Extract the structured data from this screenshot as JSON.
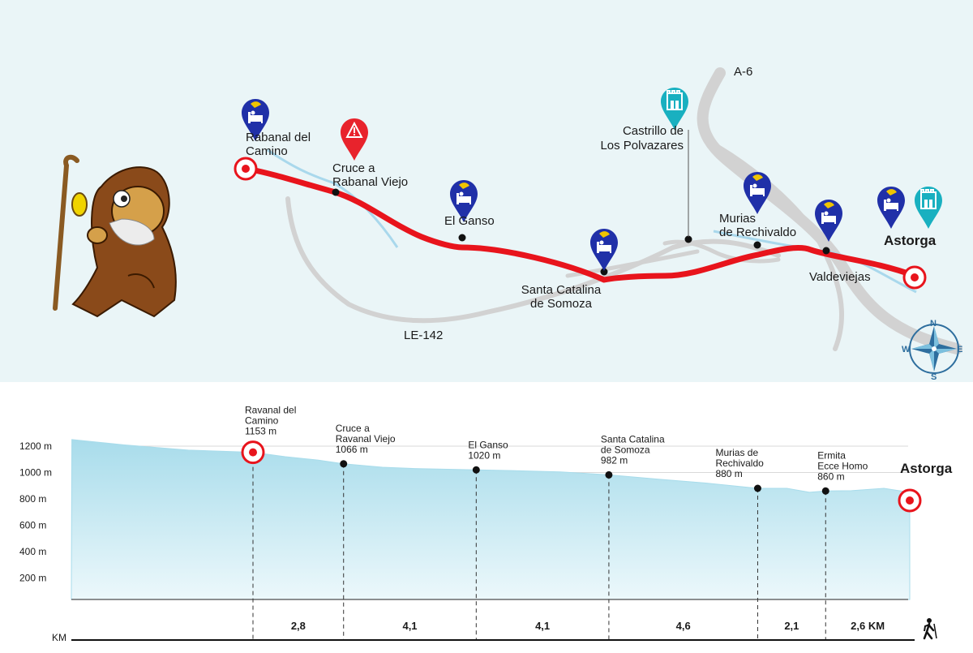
{
  "map": {
    "towns": {
      "rabanal_del_camino": [
        "Rabanal del",
        "Camino"
      ],
      "cruce_rabanal_viejo": [
        "Cruce a",
        "Rabanal Viejo"
      ],
      "el_ganso": "El Ganso",
      "santa_catalina": [
        "Santa Catalina",
        "de Somoza"
      ],
      "castrillo": [
        "Castrillo de",
        "Los Polvazares"
      ],
      "murias": [
        "Murias",
        "de Rechivaldo"
      ],
      "valdeviejas": "Valdeviejas",
      "astorga": "Astorga"
    },
    "roads": {
      "a6": "A-6",
      "le142": "LE-142"
    },
    "compass": {
      "n": "N",
      "s": "S",
      "e": "E",
      "w": "W"
    },
    "colors": {
      "route": "#e8141c",
      "pin_lodging": "#2030a8",
      "pin_warning": "#e8232c",
      "pin_monument": "#19b0c0",
      "water": "#a9d8ec",
      "road": "#d2d2d2"
    },
    "icons": [
      "lodging-pin-icon",
      "warning-pin-icon",
      "monument-pin-icon",
      "start-target-icon",
      "end-target-icon",
      "compass-rose-icon",
      "pilgrim-mascot-icon"
    ]
  },
  "chart_data": {
    "type": "area",
    "title": "",
    "xlabel": "KM",
    "ylabel": "",
    "ylim": [
      0,
      1300
    ],
    "y_ticks": [
      "1200 m",
      "1000 m",
      "800 m",
      "600 m",
      "400 m",
      "200 m"
    ],
    "y_tick_values": [
      1200,
      1000,
      800,
      600,
      400,
      200
    ],
    "end_label": "Astorga",
    "waypoints": [
      {
        "lines": [
          "Ravanal del",
          "Camino",
          "1153 m"
        ],
        "km": 0,
        "elevation": 1153
      },
      {
        "lines": [
          "Cruce a",
          "Ravanal Viejo",
          "1066 m"
        ],
        "km": 2.8,
        "elevation": 1066
      },
      {
        "lines": [
          "El Ganso",
          "1020 m"
        ],
        "km": 6.9,
        "elevation": 1020
      },
      {
        "lines": [
          "Santa Catalina",
          "de Somoza",
          "982 m"
        ],
        "km": 11.0,
        "elevation": 982
      },
      {
        "lines": [
          "Murias de",
          "Rechivaldo",
          "880 m"
        ],
        "km": 15.6,
        "elevation": 880
      },
      {
        "lines": [
          "Ermita",
          "Ecce Homo",
          "860 m"
        ],
        "km": 17.7,
        "elevation": 860
      }
    ],
    "segments": [
      {
        "label": "2,8",
        "km": 2.8
      },
      {
        "label": "4,1",
        "km": 4.1
      },
      {
        "label": "4,1",
        "km": 4.1
      },
      {
        "label": "4,6",
        "km": 4.6
      },
      {
        "label": "2,1",
        "km": 2.1
      },
      {
        "label": "2,6 KM",
        "km": 2.6
      }
    ],
    "km_unit": "KM",
    "profile_km": [
      -5.6,
      -4,
      -2,
      0,
      1,
      2,
      2.8,
      4,
      5,
      6.9,
      8,
      9.5,
      11.0,
      12.5,
      14,
      15.6,
      16.5,
      17.2,
      17.7,
      18.5,
      19.5,
      20.3
    ],
    "profile_elevation": [
      1250,
      1210,
      1170,
      1153,
      1120,
      1095,
      1066,
      1040,
      1030,
      1020,
      1015,
      1005,
      982,
      950,
      920,
      880,
      880,
      850,
      860,
      862,
      880,
      850
    ]
  }
}
